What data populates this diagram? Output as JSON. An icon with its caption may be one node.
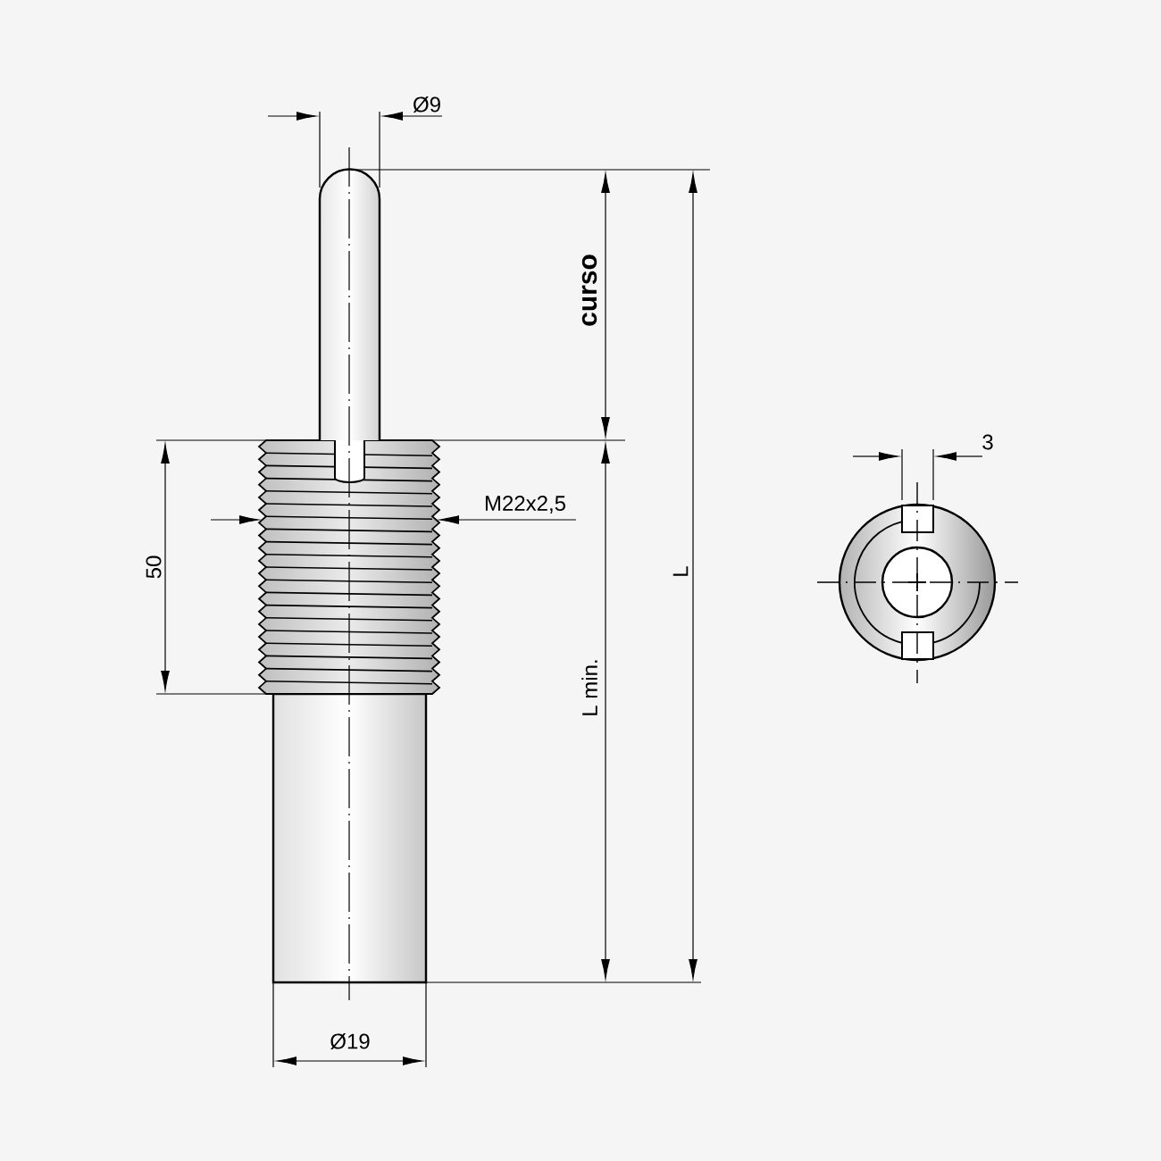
{
  "diagram": {
    "labels": [
      "Ø9",
      "curso",
      "3",
      "M22x2,5",
      "50",
      "L",
      "L min.",
      "Ø19"
    ]
  }
}
